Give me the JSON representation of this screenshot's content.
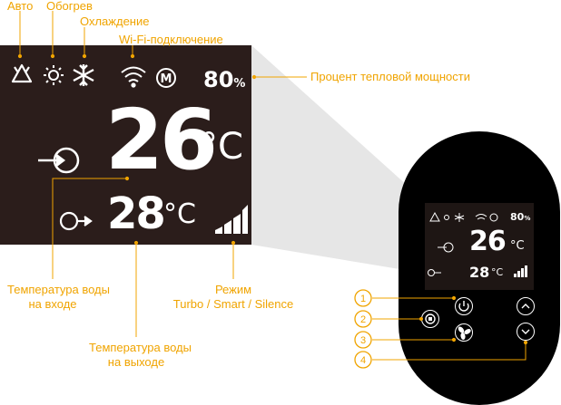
{
  "labels": {
    "auto": "Авто",
    "heating": "Обогрев",
    "cooling": "Охлаждение",
    "wifi": "Wi-Fi-подключение",
    "power_percent": "Процент тепловой мощности",
    "water_in_line1": "Температура воды",
    "water_in_line2": "на входе",
    "water_out_line1": "Температура воды",
    "water_out_line2": "на выходе",
    "mode_line1": "Режим",
    "mode_line2": "Turbo / Smart / Silence"
  },
  "display": {
    "percent_value": "80",
    "percent_unit": "%",
    "inlet_temp": "26",
    "outlet_temp": "28",
    "temp_unit": "°C",
    "mode_icon": "M-icon"
  },
  "small_display": {
    "percent_value": "80",
    "percent_unit": "%",
    "inlet_temp": "26",
    "outlet_temp": "28",
    "temp_unit": "°C"
  },
  "callouts": [
    "1",
    "2",
    "3",
    "4"
  ],
  "colors": {
    "accent": "#f0a400",
    "lcd_background": "#2b1d1b",
    "lcd_segment": "#ffffff",
    "device_body": "#000000"
  },
  "icons": [
    "recycle-icon",
    "sun-icon",
    "snowflake-icon",
    "wifi-icon",
    "m-mode-icon",
    "water-inlet-icon",
    "water-outlet-icon",
    "signal-bars-icon",
    "power-icon",
    "lock-icon",
    "fan-icon",
    "chevron-up-icon",
    "chevron-down-icon"
  ]
}
